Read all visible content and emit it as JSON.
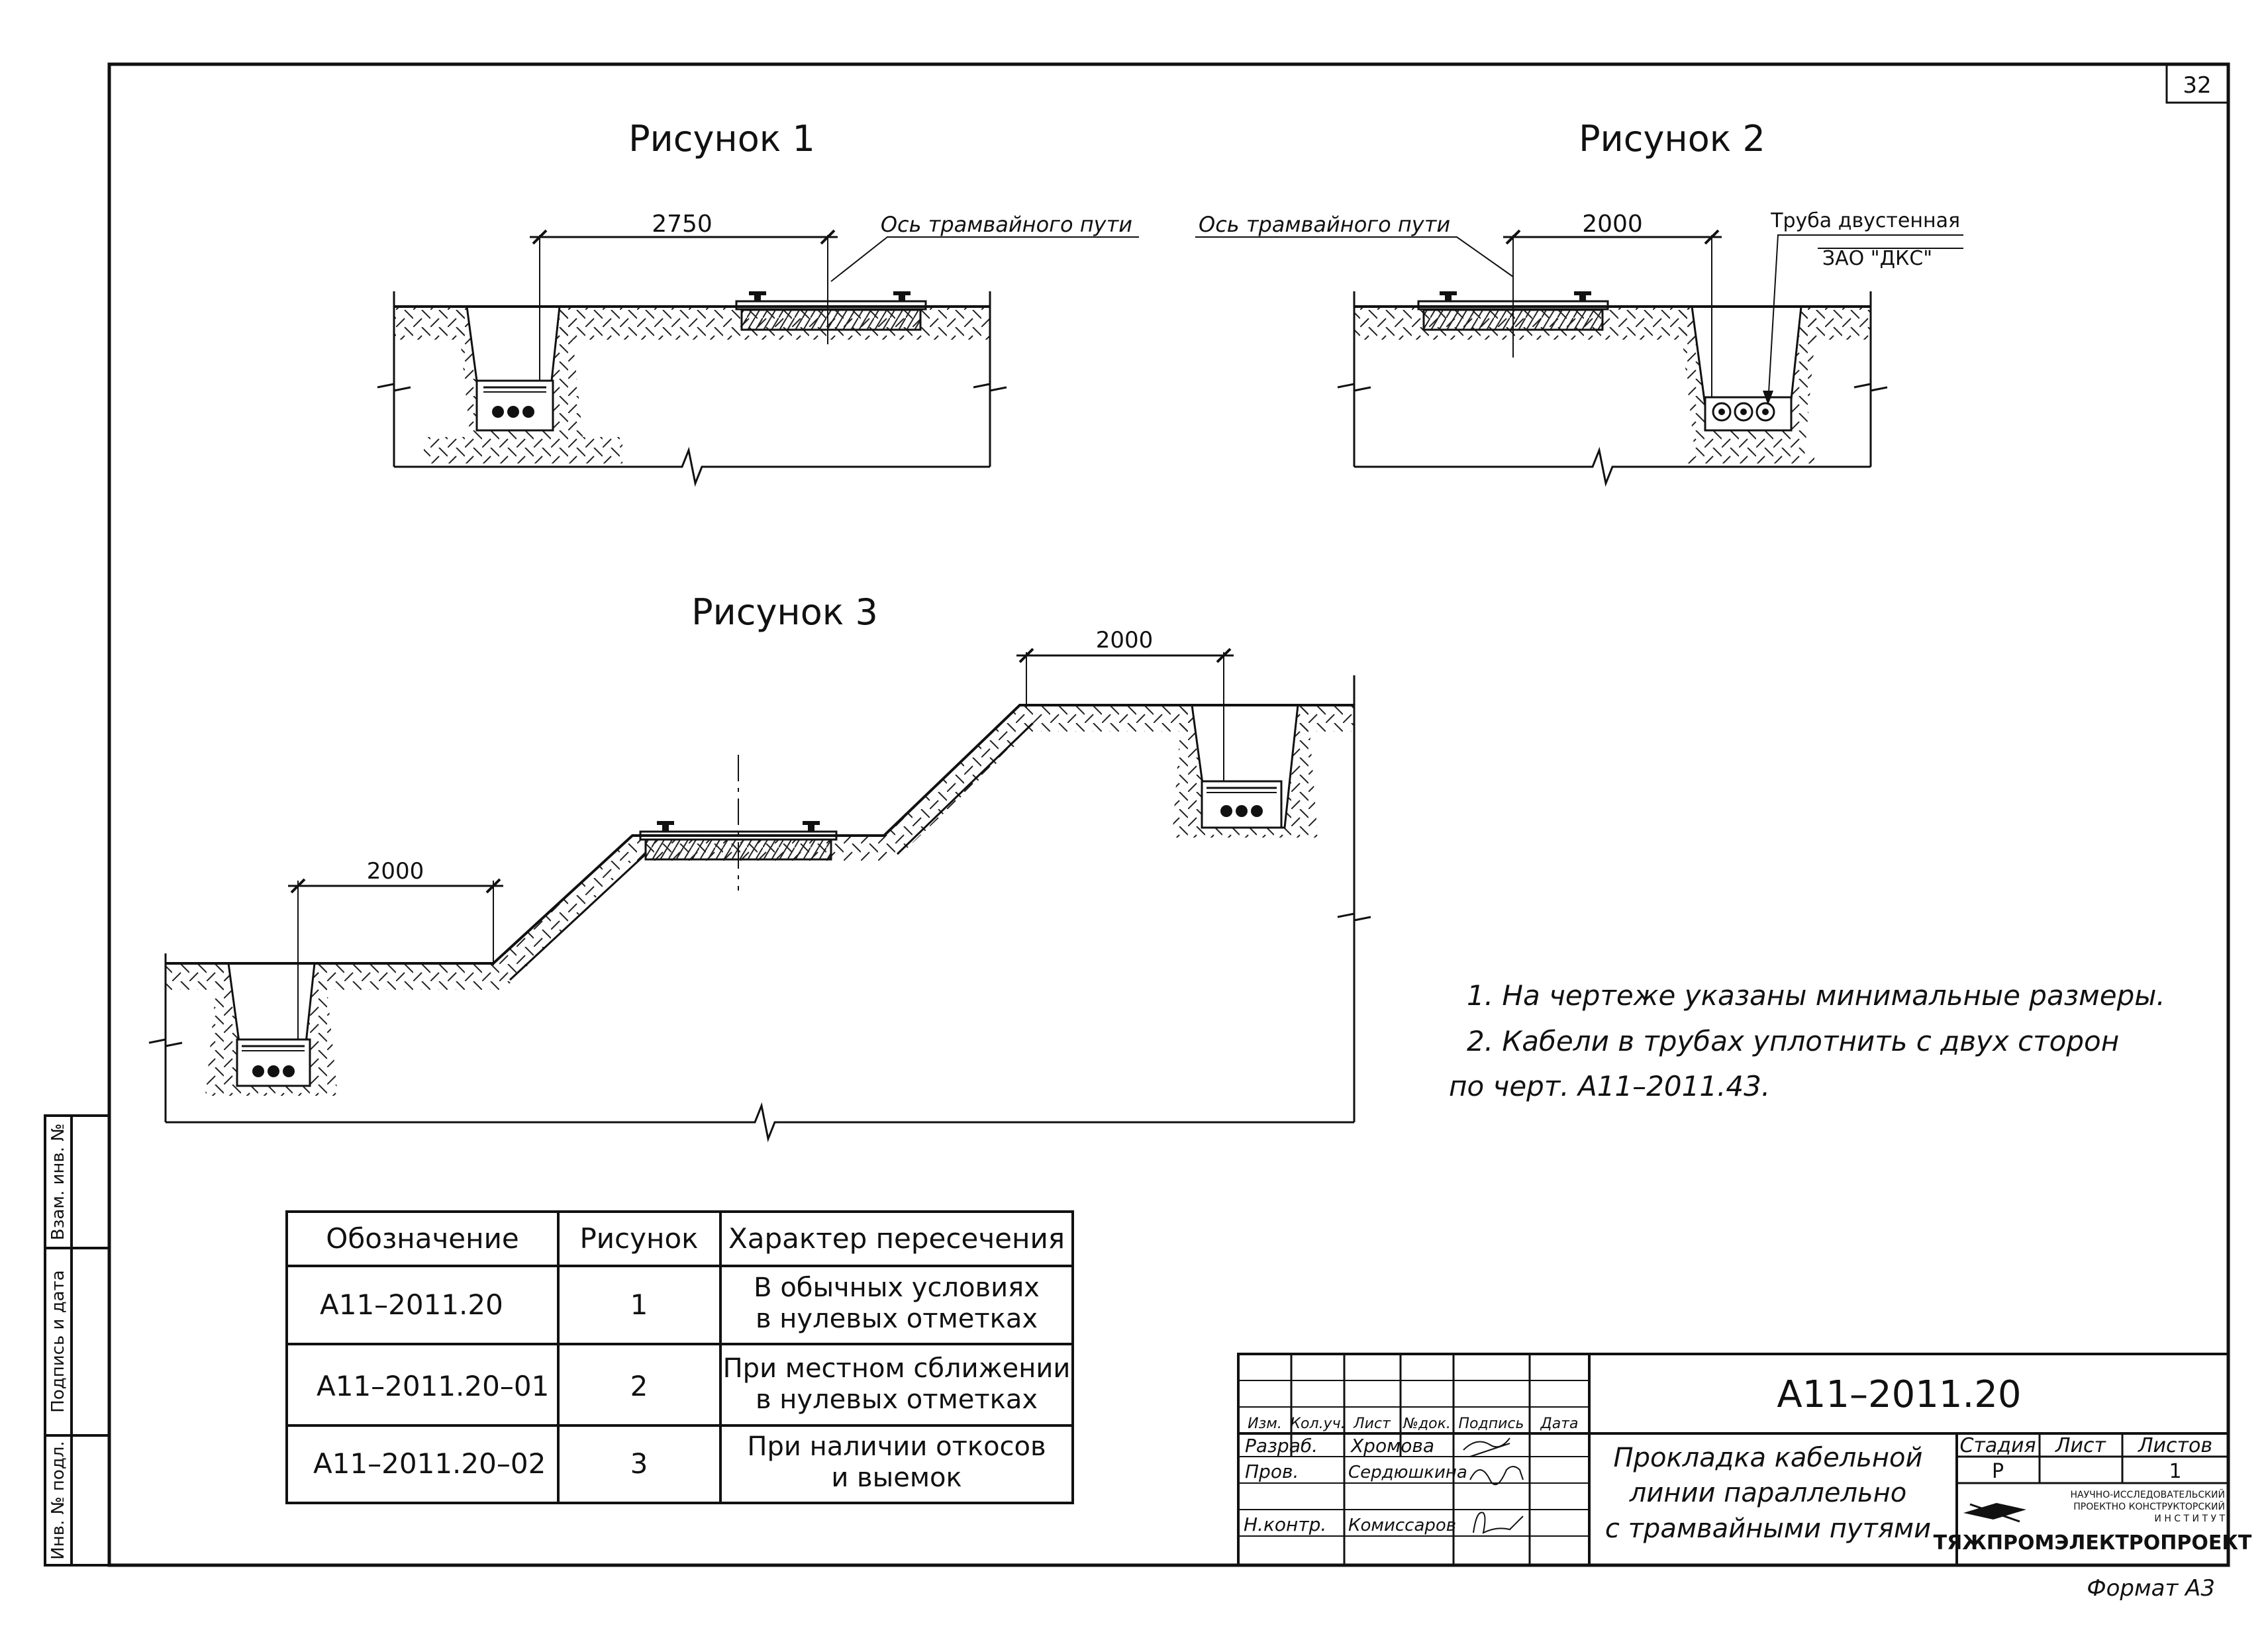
{
  "sheet": {
    "page_number": "32",
    "format_label": "Формат А3"
  },
  "figures": {
    "fig1": {
      "title": "Рисунок 1",
      "dimension": "2750",
      "axis_label": "Ось трамвайного пути"
    },
    "fig2": {
      "title": "Рисунок 2",
      "dimension": "2000",
      "axis_label": "Ось трамвайного пути",
      "pipe_label_line1": "Труба двустенная",
      "pipe_label_line2": "ЗАО \"ДКС\""
    },
    "fig3": {
      "title": "Рисунок 3",
      "dimension_upper": "2000",
      "dimension_lower": "2000"
    }
  },
  "notes": {
    "n1": "1.  На чертеже указаны минимальные размеры.",
    "n2a": "2.  Кабели в трубах уплотнить с двух сторон",
    "n2b": "по черт. А11–2011.43."
  },
  "table": {
    "headers": [
      "Обозначение",
      "Рисунок",
      "Характер пересечения"
    ],
    "rows": [
      {
        "designation": "А11–2011.20",
        "figure": "1",
        "nature_1": "В обычных условиях",
        "nature_2": "в нулевых отметках"
      },
      {
        "designation": "А11–2011.20–01",
        "figure": "2",
        "nature_1": "При местном сближении",
        "nature_2": "в нулевых отметках"
      },
      {
        "designation": "А11–2011.20–02",
        "figure": "3",
        "nature_1": "При наличии откосов",
        "nature_2": "и выемок"
      }
    ]
  },
  "stamp": {
    "doc_number": "А11–2011.20",
    "col_headers": [
      "Изм.",
      "Кол.уч.",
      "Лист",
      "№док.",
      "Подпись",
      "Дата"
    ],
    "roles": [
      "Разраб.",
      "Пров.",
      "",
      "Н.контр."
    ],
    "names": [
      "Хромова",
      "Сердюшкина",
      "",
      "Комиссаров"
    ],
    "title_line1": "Прокладка кабельной",
    "title_line2": "линии параллельно",
    "title_line3": "с трамвайными путями",
    "stage_header": "Стадия",
    "sheet_header": "Лист",
    "sheets_header": "Листов",
    "stage_value": "Р",
    "sheets_value": "1",
    "org_line1": "НАУЧНО-ИССЛЕДОВАТЕЛЬСКИЙ",
    "org_line2": "ПРОЕКТНО КОНСТРУКТОРСКИЙ",
    "org_line3": "И Н С Т И Т У Т",
    "org_name": "ТЯЖПРОМЭЛЕКТРОПРОЕКТ"
  },
  "side_stamp": {
    "label_top": "Взам. инв. №",
    "label_middle": "Подпись и дата",
    "label_bottom": "Инв. № подл."
  }
}
